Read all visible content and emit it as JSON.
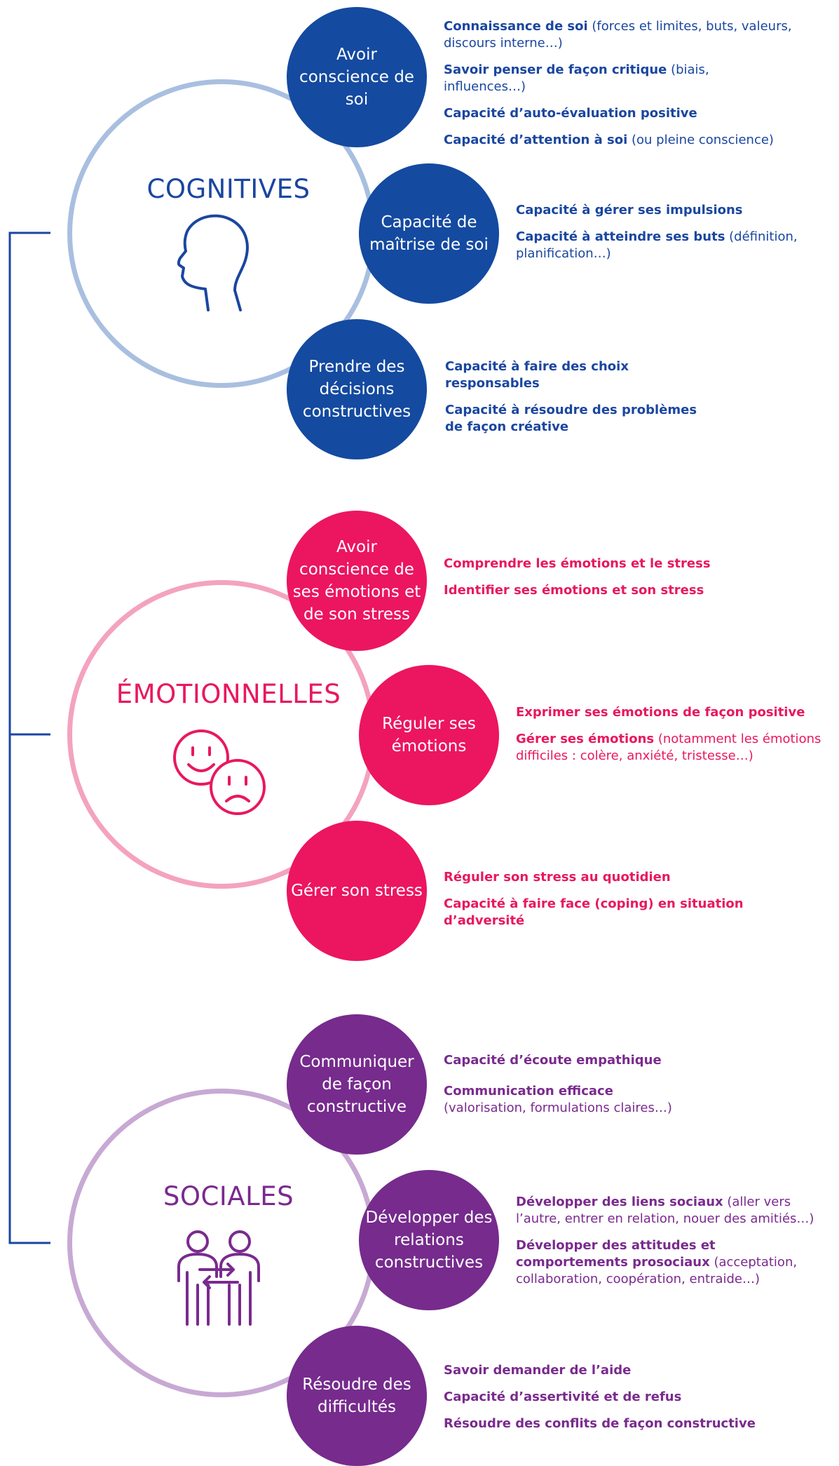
{
  "colors": {
    "cognitive_bubble": "#144aa0",
    "cognitive_ring": "#a9bfe0",
    "emotional_bubble": "#ec1560",
    "emotional_ring": "#f4a2c0",
    "social_bubble": "#762b8d",
    "social_ring": "#c7a9d3",
    "bracket": "#1a46a0"
  },
  "categories": [
    {
      "title": "COGNITIVES",
      "icon": "head-profile-icon",
      "skills": [
        {
          "label": "Avoir conscience de soi",
          "items": [
            {
              "bold": "Connaissance de soi",
              "light": " (forces et limites, buts, valeurs, discours interne…)"
            },
            {
              "bold": "Savoir penser de façon critique",
              "light": " (biais, influences…)"
            },
            {
              "bold": "Capacité d’auto-évaluation positive",
              "light": ""
            },
            {
              "bold": "Capacité d’attention à soi",
              "light": " (ou pleine conscience)"
            }
          ]
        },
        {
          "label": "Capacité de maîtrise de soi",
          "items": [
            {
              "bold": "Capacité à gérer ses impulsions",
              "light": ""
            },
            {
              "bold": "Capacité à atteindre ses buts",
              "light": " (définition, planification…)"
            }
          ]
        },
        {
          "label": "Prendre des décisions constructives",
          "items": [
            {
              "bold": "Capacité à faire des choix responsables",
              "light": ""
            },
            {
              "bold": "Capacité à résoudre des problèmes de façon créative",
              "light": ""
            }
          ]
        }
      ]
    },
    {
      "title": "ÉMOTIONNELLES",
      "icon": "happy-sad-faces-icon",
      "skills": [
        {
          "label": "Avoir conscience de ses émotions et de son stress",
          "items": [
            {
              "bold": "Comprendre les émotions et le stress",
              "light": ""
            },
            {
              "bold": "Identifier ses émotions et son stress",
              "light": ""
            }
          ]
        },
        {
          "label": "Réguler ses émotions",
          "items": [
            {
              "bold": "Exprimer ses émotions de façon positive",
              "light": ""
            },
            {
              "bold": "Gérer ses émotions",
              "light": " (notamment les émotions difficiles : colère, anxiété, tristesse…)"
            }
          ]
        },
        {
          "label": "Gérer son stress",
          "items": [
            {
              "bold": "Réguler son stress au quotidien",
              "light": ""
            },
            {
              "bold": "Capacité à faire face (coping) en situation d’adversité",
              "light": ""
            }
          ]
        }
      ]
    },
    {
      "title": "SOCIALES",
      "icon": "two-people-exchange-icon",
      "skills": [
        {
          "label": "Communiquer de façon constructive",
          "items": [
            {
              "bold": "Capacité d’écoute empathique",
              "light": ""
            },
            {
              "bold": "Communication efficace",
              "light": " (valorisation, formulations claires…)"
            }
          ]
        },
        {
          "label": "Développer des relations constructives",
          "items": [
            {
              "bold": "Développer des liens sociaux",
              "light": " (aller vers l’autre, entrer en relation, nouer des amitiés…)"
            },
            {
              "bold": "Développer des attitudes et comportements prosociaux",
              "light": " (acceptation, collaboration, coopération, entraide…)"
            }
          ]
        },
        {
          "label": "Résoudre des difficultés",
          "items": [
            {
              "bold": "Savoir demander  de l’aide",
              "light": ""
            },
            {
              "bold": "Capacité d’assertivité et de refus",
              "light": ""
            },
            {
              "bold": "Résoudre des conflits de façon constructive",
              "light": ""
            }
          ]
        }
      ]
    }
  ]
}
